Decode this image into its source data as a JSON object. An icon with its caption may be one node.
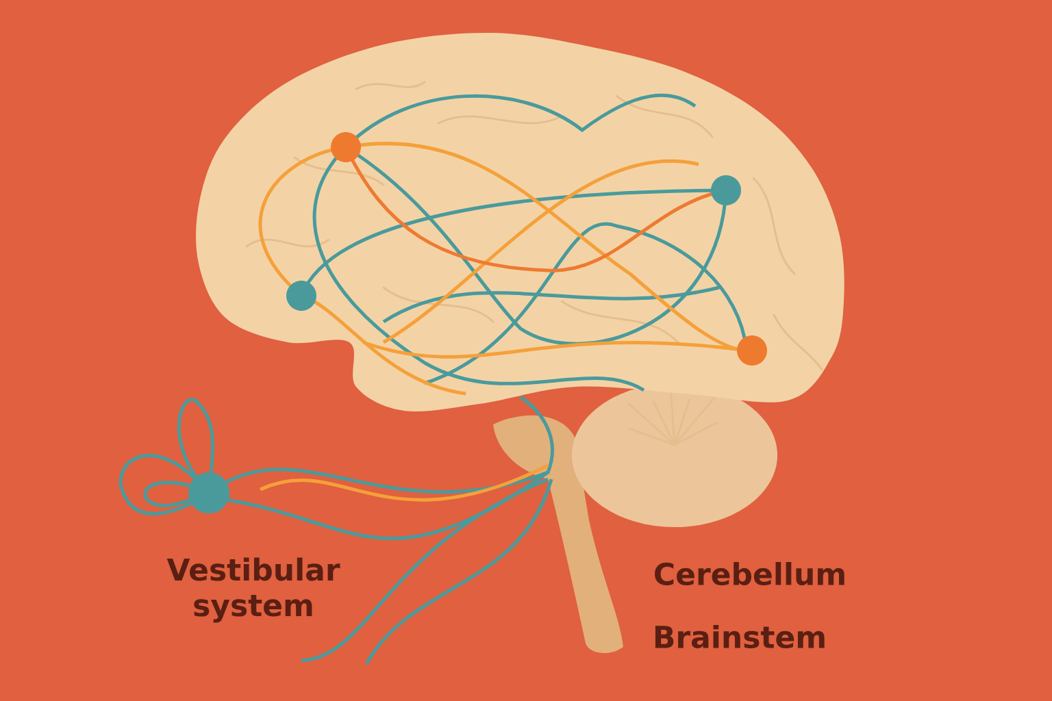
{
  "diagram": {
    "labels": [
      "Vestibular system",
      "Cerebellum",
      "Brainstem"
    ]
  }
}
